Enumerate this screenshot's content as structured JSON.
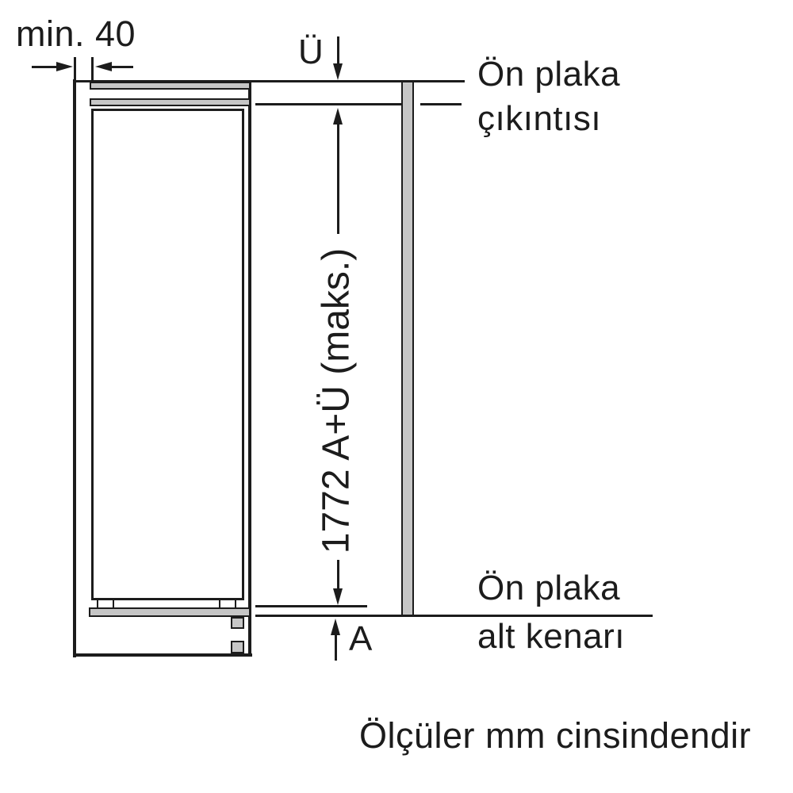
{
  "diagram": {
    "min_gap_label": "min. 40",
    "overhang_label": "Ü",
    "top_note": {
      "line1": "Ön plaka",
      "line2": "çıkıntısı"
    },
    "height_label": "1772 A+Ü (maks.)",
    "bottom_note": {
      "line1": "Ön plaka",
      "line2": "alt kenarı"
    },
    "bottom_dim_label": "A",
    "caption": "Ölçüler mm cinsindendir",
    "colors": {
      "line": "#1c1c1c",
      "panel_fill": "#c6c6c6",
      "background": "#ffffff"
    }
  }
}
